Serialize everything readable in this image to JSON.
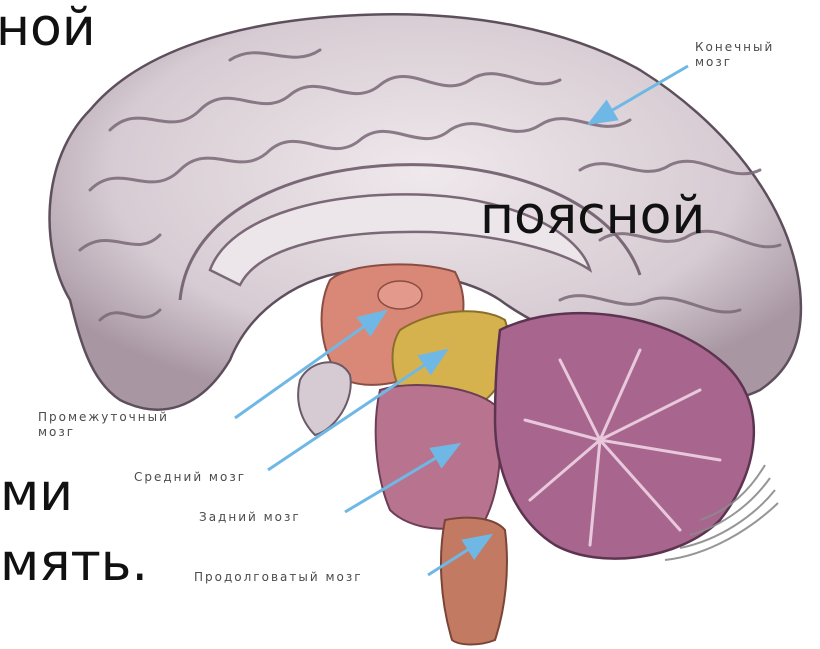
{
  "overlay_text": {
    "top_left": "ной",
    "cingulate": "поясной",
    "bottom_line1": "ми",
    "bottom_line2": "мять."
  },
  "labels": {
    "telencephalon_line1": "Конечный",
    "telencephalon_line2": "мозг",
    "diencephalon_line1": "Промежуточный",
    "diencephalon_line2": "мозг",
    "midbrain": "Средний мозг",
    "hindbrain": "Задний мозг",
    "medulla": "Продолговатый мозг"
  },
  "colors": {
    "arrow": "#6fb8e6",
    "cortex": "#d9cfd4",
    "cortex_shadow": "#8f7f8c",
    "cortex_outline": "#5e4f5c",
    "diencephalon": "#d98878",
    "midbrain": "#d6b24f",
    "hindbrain": "#b8748f",
    "medulla": "#c27a62",
    "cerebellum": "#a8668f",
    "cerebellum_stripes": "#8b8b8b"
  }
}
